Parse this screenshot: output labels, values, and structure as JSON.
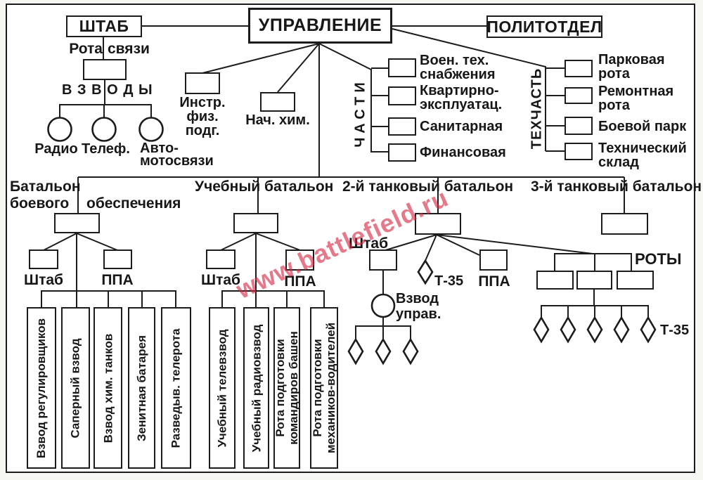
{
  "watermark": "www.battlefield.ru",
  "top": {
    "shtab": "ШТАБ",
    "upravlenie": "УПРАВЛЕНИЕ",
    "politotdel": "ПОЛИТОТДЕЛ"
  },
  "signal": {
    "rota": [
      "Рота",
      "связи"
    ],
    "vzvody": "В З В О Д Ы",
    "radio": "Радио",
    "telef": "Телеф.",
    "avto": [
      "Авто-",
      "мотосвязи"
    ]
  },
  "upr": {
    "instr": [
      "Инстр.",
      "физ.",
      "подг."
    ],
    "nach_him": "Нач. хим."
  },
  "chasti": {
    "title": "ЧАСТИ",
    "items": [
      [
        "Воен. тех.",
        "снабжения"
      ],
      [
        "Квартирно-",
        "эксплуатац."
      ],
      [
        "Санитарная"
      ],
      [
        "Финансовая"
      ]
    ]
  },
  "tehchast": {
    "title": "ТЕХЧАСТЬ",
    "items": [
      [
        "Парковая",
        "рота"
      ],
      [
        "Ремонтная",
        "рота"
      ],
      [
        "Боевой парк"
      ],
      [
        "Технический",
        "склад"
      ]
    ]
  },
  "row": {
    "b1": [
      "Батальон",
      "боевого",
      "обеспечения"
    ],
    "b2": "Учебный батальон",
    "b3": "2-й танковый батальон",
    "b4": "3-й танковый батальон"
  },
  "bbo": {
    "shtab": "Штаб",
    "ppa": "ППА",
    "units": [
      "Взвод регулировщиков",
      "Саперный взвод",
      "Взвод хим. танков",
      "Зенитная батарея",
      "Разведыв. телерота"
    ]
  },
  "ub": {
    "shtab": "Штаб",
    "ppa": "ППА",
    "units": [
      [
        "Учебный телевзвод"
      ],
      [
        "Учебный радиовзвод"
      ],
      [
        "Рота подготовки",
        "командиров башен"
      ],
      [
        "Рота подготовки",
        "механиков-водителей"
      ]
    ]
  },
  "tb2": {
    "shtab": "Штаб",
    "t35": "Т-35",
    "ppa": "ППА",
    "vzvod": [
      "Взвод",
      "управ."
    ],
    "roty": "РОТЫ",
    "t35_group": "Т-35"
  }
}
